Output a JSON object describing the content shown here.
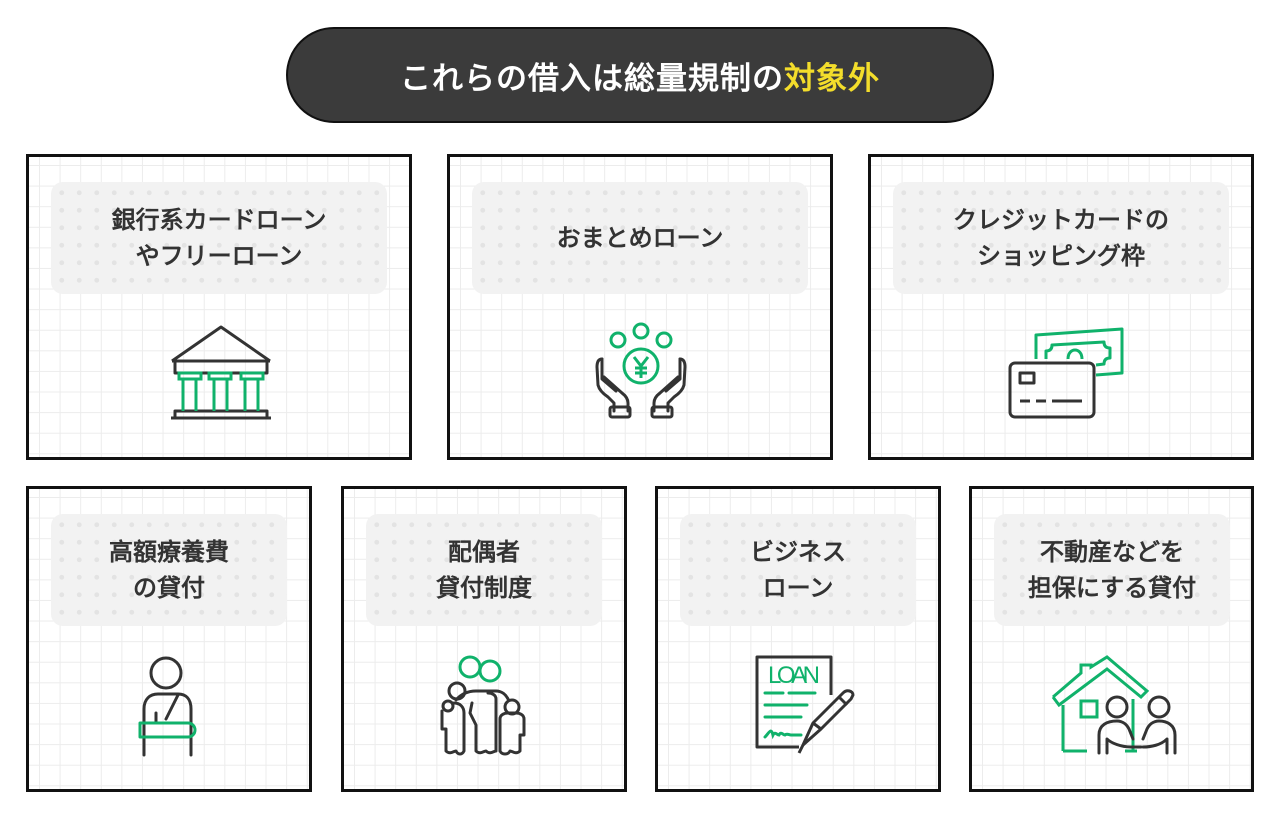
{
  "title": {
    "prefix": "これらの借入は総量規制の",
    "highlight": "対象外"
  },
  "colors": {
    "pill_bg": "#3b3b3b",
    "highlight": "#f3dd2b",
    "accent_green": "#10b26b",
    "icon_dark": "#333333",
    "label_bg": "#f2f2f2"
  },
  "cards": [
    {
      "label": "銀行系カードローン\nやフリーローン",
      "icon": "bank-icon"
    },
    {
      "label": "おまとめローン",
      "icon": "hands-yen-coins-icon"
    },
    {
      "label": "クレジットカードの\nショッピング枠",
      "icon": "credit-card-cash-icon"
    },
    {
      "label": "高額療養費\nの貸付",
      "icon": "injured-person-icon"
    },
    {
      "label": "配偶者\n貸付制度",
      "icon": "family-icon"
    },
    {
      "label": "ビジネス\nローン",
      "icon": "loan-document-pen-icon",
      "icon_text": "LOAN"
    },
    {
      "label": "不動産などを\n担保にする貸付",
      "icon": "house-handshake-icon"
    }
  ]
}
